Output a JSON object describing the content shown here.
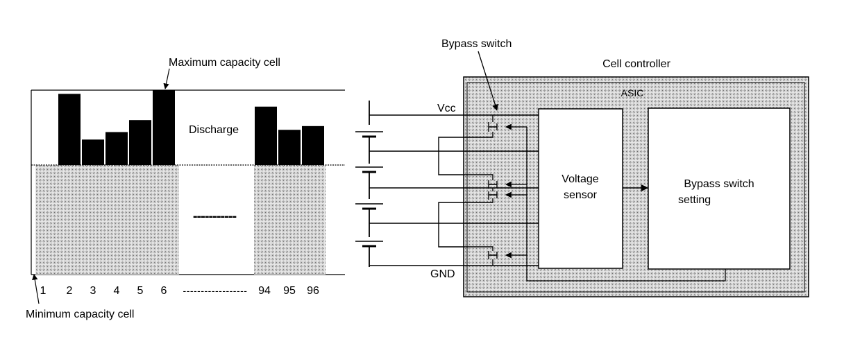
{
  "colors": {
    "ink": "#000000",
    "paper": "#ffffff",
    "stipple_light": "#e6e6e6",
    "stipple_dark": "#6e6e6e"
  },
  "left_panel": {
    "max_label": "Maximum capacity cell",
    "min_label": "Minimum capacity cell",
    "discharge_label": "Discharge",
    "gap_dots_label": "-----------",
    "cells": [
      {
        "label": "1",
        "level": 0.0
      },
      {
        "label": "2",
        "level": 0.95
      },
      {
        "label": "3",
        "level": 0.34
      },
      {
        "label": "4",
        "level": 0.44
      },
      {
        "label": "5",
        "level": 0.6
      },
      {
        "label": "6",
        "level": 1.0
      },
      {
        "label": "94",
        "level": 0.78
      },
      {
        "label": "95",
        "level": 0.47
      },
      {
        "label": "96",
        "level": 0.52
      }
    ]
  },
  "right_panel": {
    "bypass_switch_label": "Bypass switch",
    "cell_controller_label": "Cell controller",
    "asic_label": "ASIC",
    "vcc_label": "Vcc",
    "gnd_label": "GND",
    "voltage_sensor_lines": [
      "Voltage",
      "sensor"
    ],
    "bypass_setting_lines": [
      "Bypass switch",
      "setting"
    ]
  }
}
